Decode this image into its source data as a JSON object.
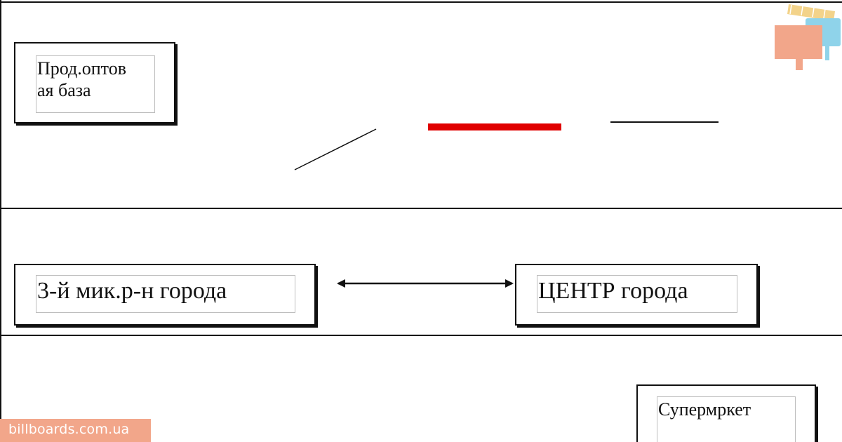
{
  "diagram": {
    "nodes": [
      {
        "id": "wholesale",
        "label": "Прод.оптов\nая база"
      },
      {
        "id": "district",
        "label": "3-й мик.р-н города"
      },
      {
        "id": "center",
        "label": "ЦЕНТР города"
      },
      {
        "id": "supermarket",
        "label": "Супермркет"
      }
    ],
    "edges": [
      {
        "from": "district",
        "to": "center",
        "direction": "both"
      }
    ],
    "colors": {
      "line": "#111111",
      "route_highlight": "#e00000",
      "label_border": "#bdbdbd"
    }
  },
  "watermark": {
    "text": "billboards.com.ua",
    "color": "#f2a68a"
  },
  "logo": {
    "icon": "billboard-icon",
    "colors": [
      "#f2a68a",
      "#8fd3ea",
      "#f3d38a"
    ]
  }
}
